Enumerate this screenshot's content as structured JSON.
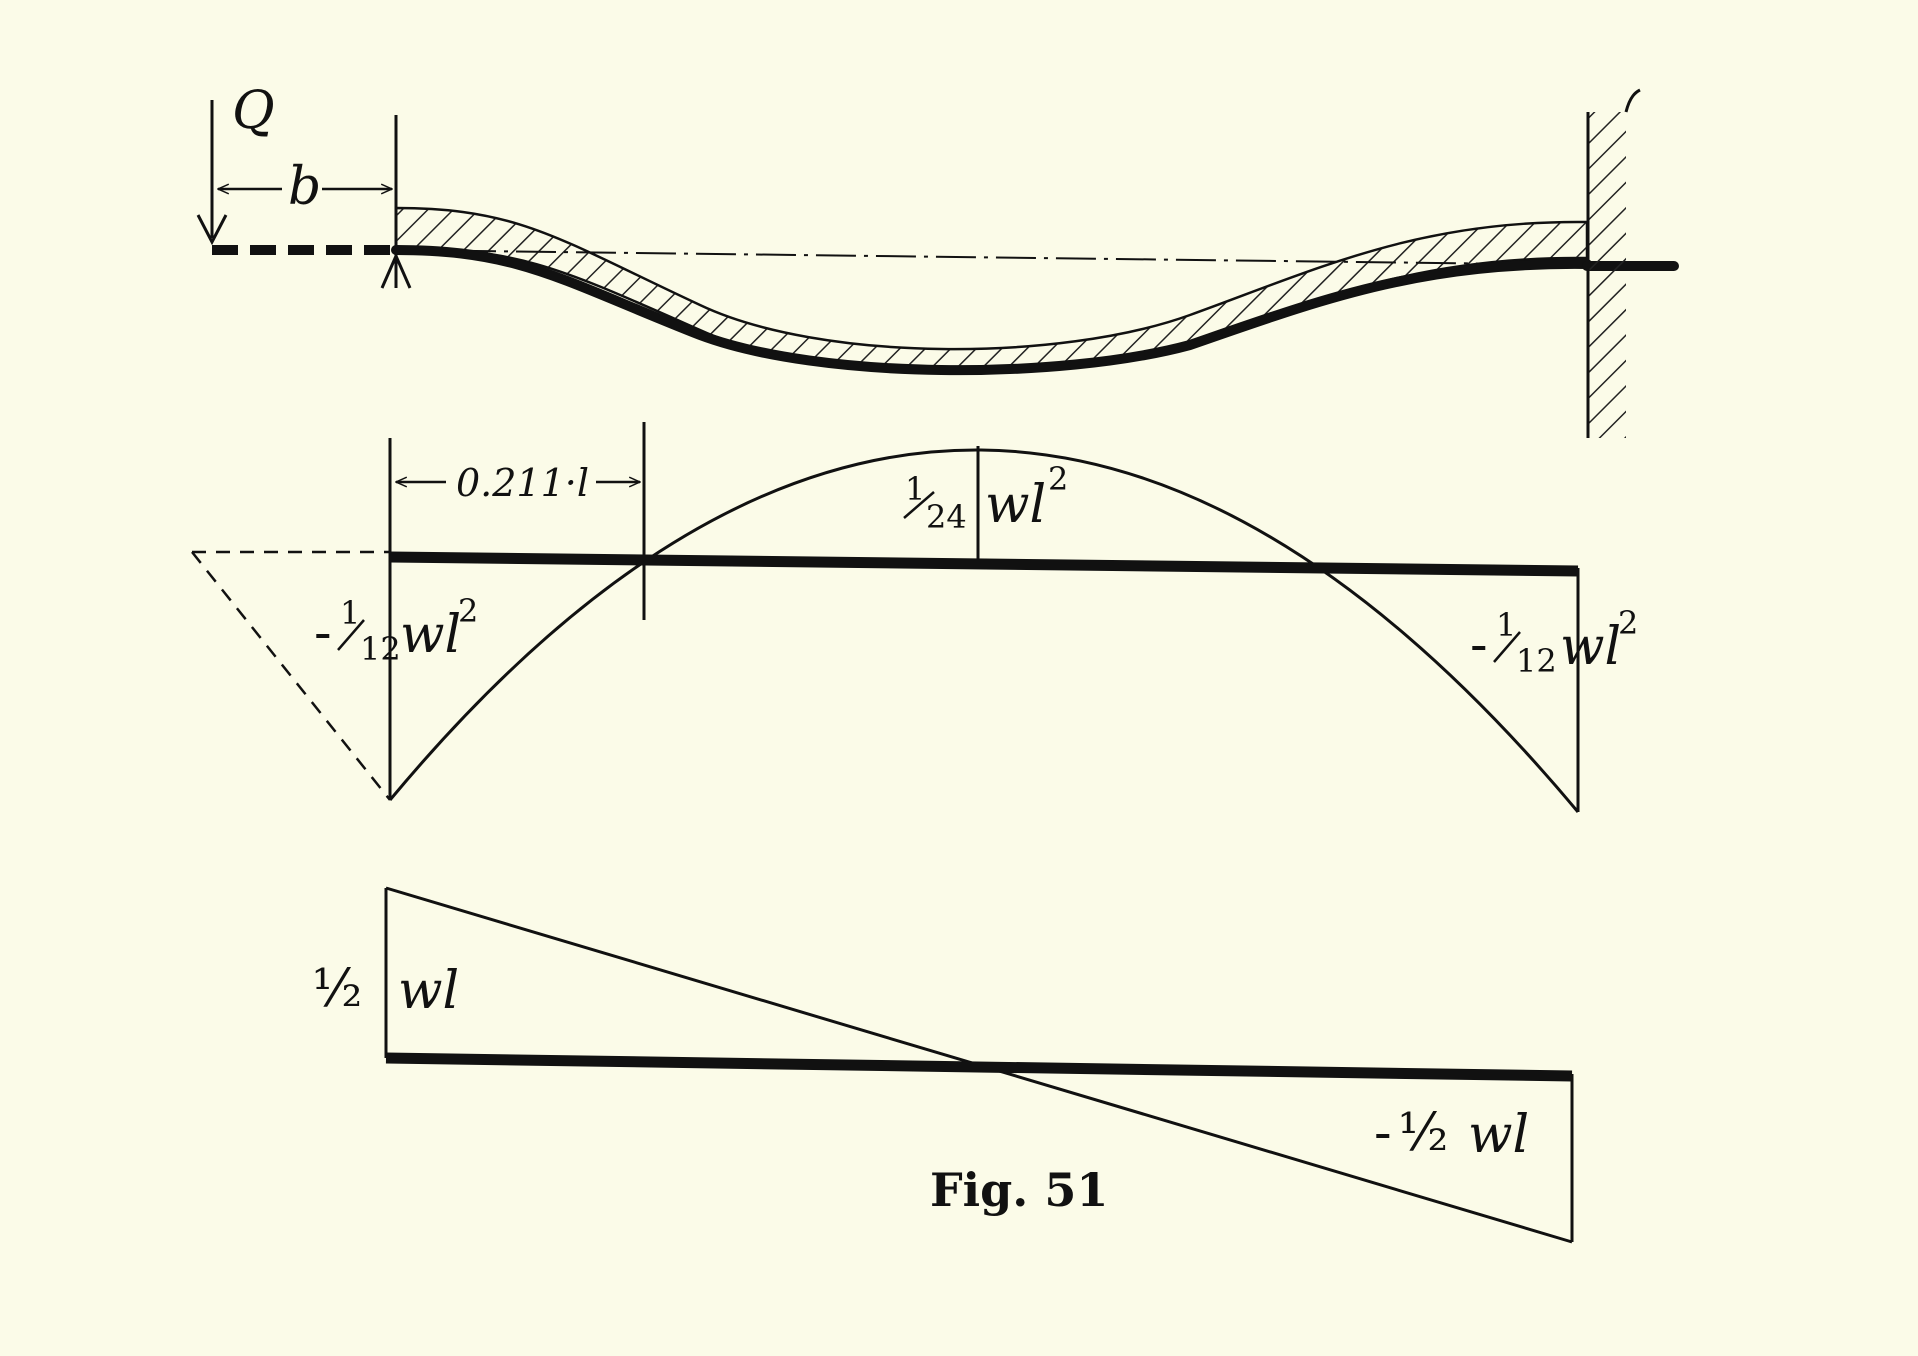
{
  "figure": {
    "caption": "Fig. 51",
    "beam": {
      "load_label": "Q",
      "overhang_label": "b"
    },
    "moment_diagram": {
      "dimension_label": "0.211·l",
      "midspan_label": {
        "frac_num": "1",
        "frac_den": "24",
        "expr": "wl",
        "exp": "2"
      },
      "left_label": {
        "sign": "-",
        "frac_num": "1",
        "frac_den": "12",
        "expr": "wl",
        "exp": "2"
      },
      "right_label": {
        "sign": "-",
        "frac_num": "1",
        "frac_den": "12",
        "expr": "wl",
        "exp": "2"
      }
    },
    "shear_diagram": {
      "left_label": {
        "frac": "½",
        "expr": "wl"
      },
      "right_label": {
        "sign": "-",
        "frac": "½",
        "expr": "wl"
      }
    }
  }
}
